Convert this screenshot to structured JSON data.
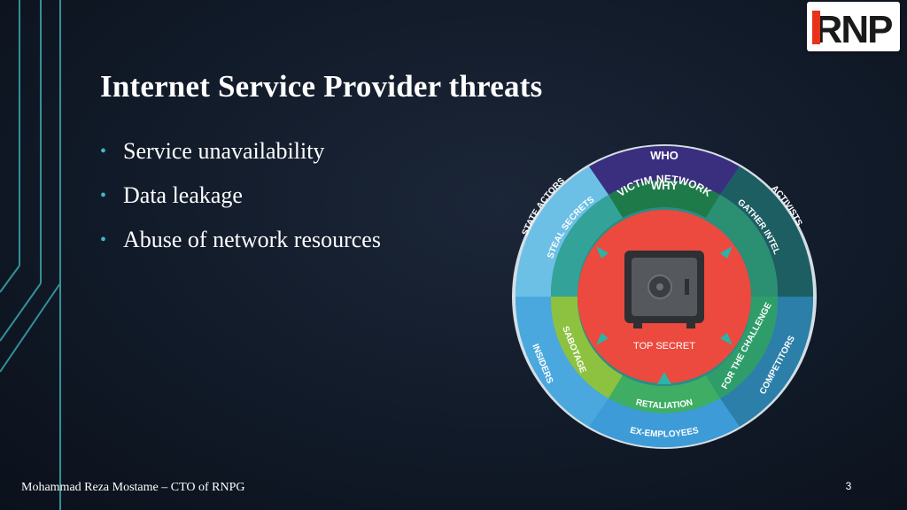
{
  "slide": {
    "title": "Internet Service Provider threats",
    "bullets": [
      "Service unavailability",
      "Data leakage",
      "Abuse of network resources"
    ],
    "footer": "Mohammad Reza Mostame – CTO of RNPG",
    "page_number": "3"
  },
  "logo": {
    "text": "RNP",
    "colors": {
      "red": "#e8321a",
      "black": "#1a1a1a"
    }
  },
  "diagram": {
    "center_label": "TOP SECRET",
    "ring_inner": {
      "victim_network": "VICTIM NETWORK",
      "steal_secrets": "STEAL SECRETS",
      "gather_intel": "GATHER INTEL",
      "sabotage": "SABOTAGE",
      "for_the_challenge": "FOR THE CHALLENGE",
      "retaliation": "RETALIATION"
    },
    "ring_outer": {
      "who": "WHO",
      "why": "WHY",
      "state_actors": "STATE ACTORS",
      "activists": "ACTIVISTS",
      "insiders": "INSIDERS",
      "competitors": "COMPETITORS",
      "ex_employees": "EX-EMPLOYEES"
    },
    "colors": {
      "center_red": "#ec4a3e",
      "who_purple": "#3a2f7e",
      "why_green": "#1f7a4a",
      "teal": "#2a8c86",
      "dark_teal": "#1a5e60",
      "light_blue": "#5fb3e0",
      "blue": "#2f8fd0",
      "light_green": "#8cc23f",
      "safe_gray": "#4a4d52"
    }
  }
}
